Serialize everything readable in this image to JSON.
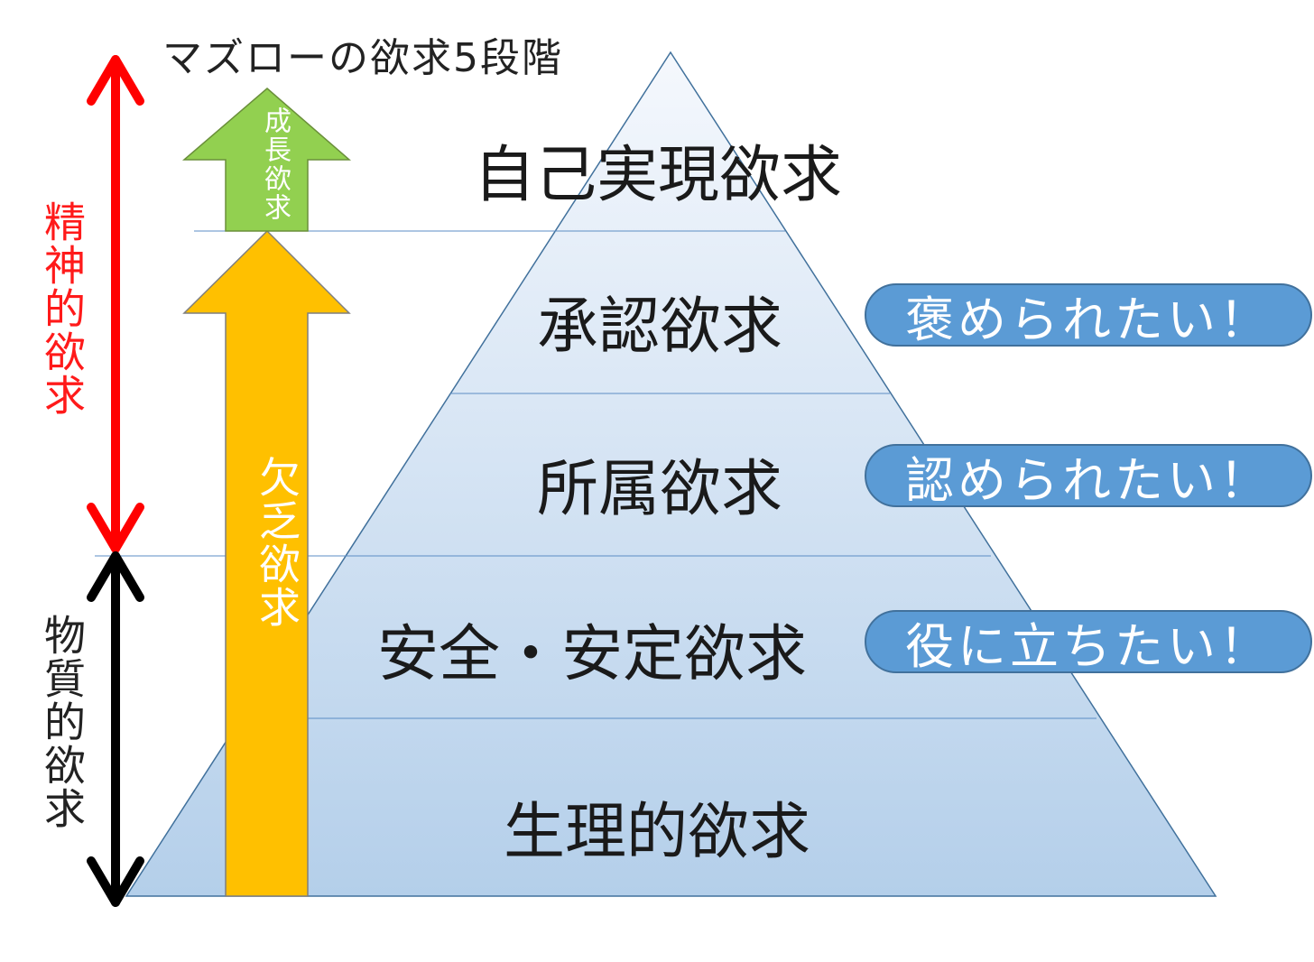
{
  "title": "マズローの欲求5段階",
  "levels": [
    {
      "label": "自己実現欲求"
    },
    {
      "label": "承認欲求"
    },
    {
      "label": "所属欲求"
    },
    {
      "label": "安全・安定欲求"
    },
    {
      "label": "生理的欲求"
    }
  ],
  "callouts": [
    {
      "text": "褒められたい！"
    },
    {
      "text": "認められたい！"
    },
    {
      "text": "役に立ちたい！"
    }
  ],
  "growth_arrow": {
    "label": "成長欲求",
    "color": "#92d050"
  },
  "deficiency_arrow": {
    "label": "欠乏欲求",
    "color": "#ffc000"
  },
  "side_labels": {
    "mental": {
      "text": "精神的欲求",
      "color": "#ff0000"
    },
    "material": {
      "text": "物質的欲求",
      "color": "#000000"
    }
  },
  "colors": {
    "pyramid_top": "#f5f8fd",
    "pyramid_bottom": "#b4cfea",
    "callout": "#5b9bd5",
    "divider": "#5b8cc4"
  }
}
